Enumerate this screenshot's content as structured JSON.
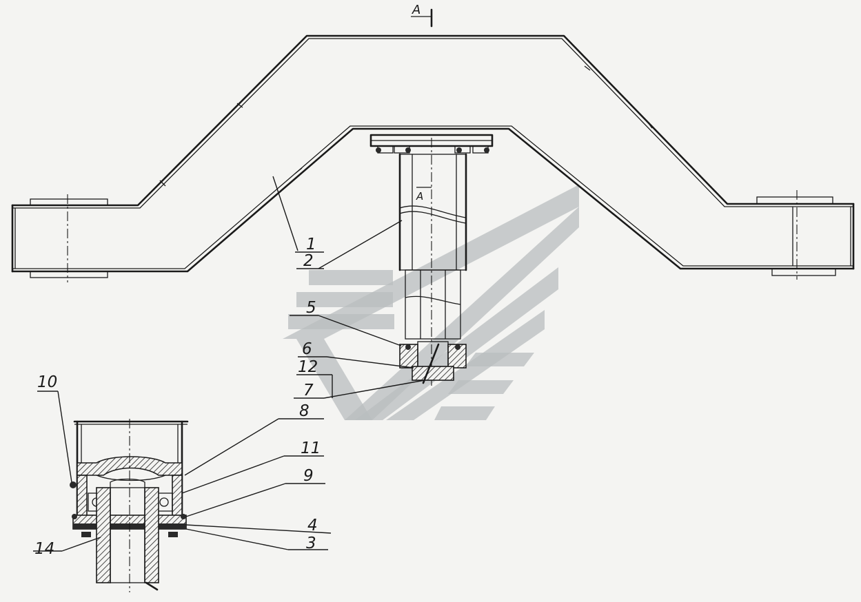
{
  "section_marks": {
    "top": "A",
    "inner": "A"
  },
  "callouts": [
    {
      "id": "c1",
      "label": "1"
    },
    {
      "id": "c2",
      "label": "2"
    },
    {
      "id": "c5",
      "label": "5"
    },
    {
      "id": "c6",
      "label": "6"
    },
    {
      "id": "c12",
      "label": "12"
    },
    {
      "id": "c7",
      "label": "7"
    },
    {
      "id": "c8",
      "label": "8"
    },
    {
      "id": "c11",
      "label": "11"
    },
    {
      "id": "c9",
      "label": "9"
    },
    {
      "id": "c4",
      "label": "4"
    },
    {
      "id": "c3",
      "label": "3"
    },
    {
      "id": "c10",
      "label": "10"
    },
    {
      "id": "c14",
      "label": "14"
    }
  ],
  "colors": {
    "ink": "#1a1a1a",
    "watermark": "#b9bdbf",
    "paper": "#f4f4f2"
  }
}
